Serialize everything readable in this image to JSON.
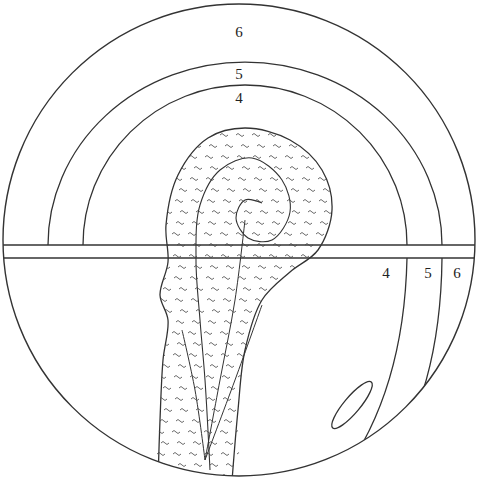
{
  "diagram": {
    "labels": [
      "6",
      "5",
      "4",
      "4",
      "5",
      "6"
    ]
  }
}
